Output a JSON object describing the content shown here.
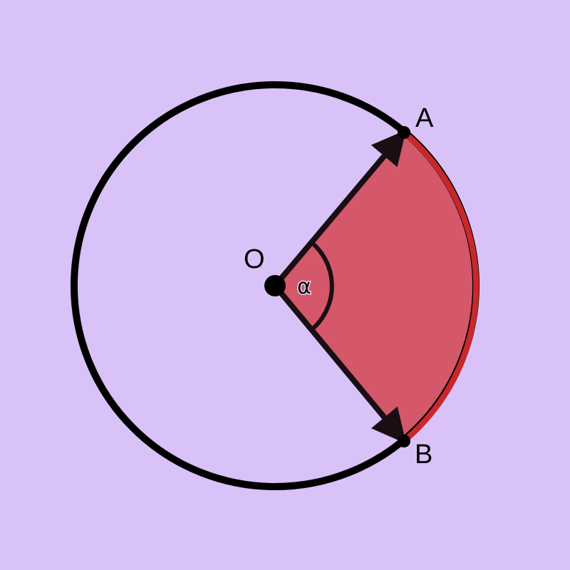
{
  "diagram": {
    "labels": {
      "center": "O",
      "point_a": "A",
      "point_b": "B",
      "angle": "α"
    },
    "colors": {
      "background": "#d9c2f8",
      "circle": "#000000",
      "sector_fill": "#d4576a",
      "arc_highlight": "#c8282c",
      "vectors": "#1a0e14"
    }
  }
}
